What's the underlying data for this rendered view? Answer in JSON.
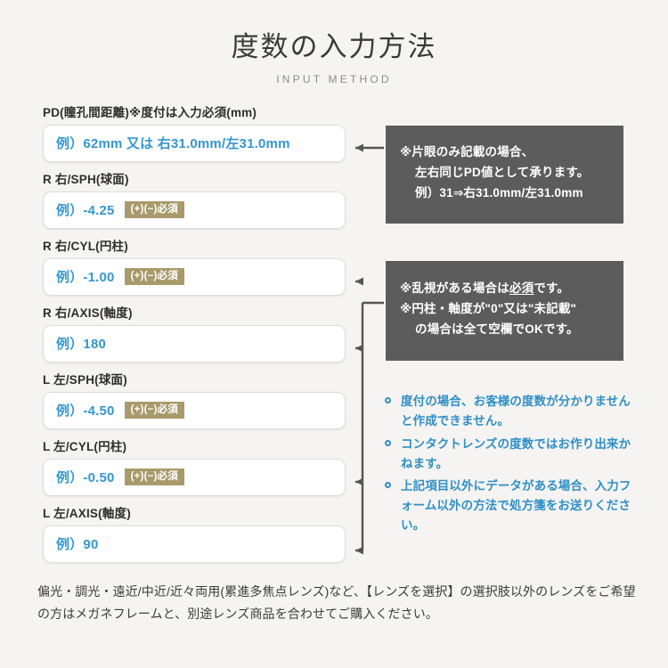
{
  "header": {
    "title": "度数の入力方法",
    "subtitle": "INPUT METHOD"
  },
  "colors": {
    "background": "#f5f4f2",
    "placeholder_blue": "#3596ce",
    "badge_khaki": "#a89a6a",
    "callout_gray": "#5c5c5c",
    "note_blue": "#2f8fc6",
    "connector_gray": "#555555"
  },
  "fields": [
    {
      "label": "PD(瞳孔間距離)※度付は入力必須(mm)",
      "placeholder": "例）62mm 又は 右31.0mm/左31.0mm",
      "badge": null
    },
    {
      "label": "R 右/SPH(球面)",
      "placeholder": "例）-4.25",
      "badge": "(+)(−)必須"
    },
    {
      "label": "R 右/CYL(円柱)",
      "placeholder": "例）-1.00",
      "badge": "(+)(−)必須"
    },
    {
      "label": "R 右/AXIS(軸度)",
      "placeholder": "例）180",
      "badge": null
    },
    {
      "label": "L 左/SPH(球面)",
      "placeholder": "例）-4.50",
      "badge": "(+)(−)必須"
    },
    {
      "label": "L 左/CYL(円柱)",
      "placeholder": "例）-0.50",
      "badge": "(+)(−)必須"
    },
    {
      "label": "L 左/AXIS(軸度)",
      "placeholder": "例）90",
      "badge": null
    }
  ],
  "callouts": {
    "pd": {
      "line1": "※片眼のみ記載の場合、",
      "line2": "左右同じPD値として承ります。",
      "line3": "例）31⇒右31.0mm/左31.0mm"
    },
    "cyl": {
      "line1_pre": "※乱視がある場合は",
      "line1_underline": "必須",
      "line1_post": "です。",
      "line2": "※円柱・軸度が\"0\"又は\"未記載\"",
      "line3": "の場合は全て空欄でOKです。"
    }
  },
  "notes": [
    "度付の場合、お客様の度数が分かりませんと作成できません。",
    "コンタクトレンズの度数ではお作り出来かねます。",
    "上記項目以外にデータがある場合、入力フォーム以外の方法で処方箋をお送りください。"
  ],
  "footer_note": "偏光・調光・遠近/中近/近々両用(累進多焦点レンズ)など、【レンズを選択】の選択肢以外のレンズをご希望の方はメガネフレームと、別途レンズ商品を合わせてご購入ください。"
}
